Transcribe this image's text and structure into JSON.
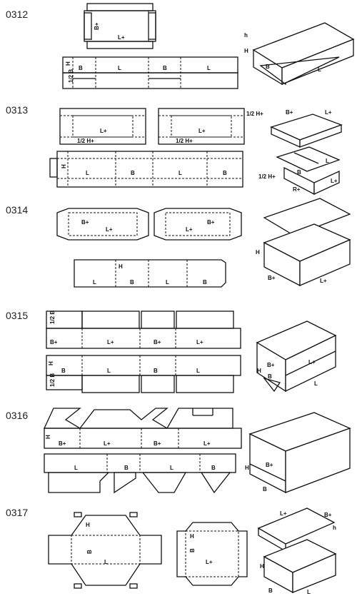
{
  "styles": [
    {
      "code": "0312",
      "labels": [
        "B+",
        "L+",
        "H",
        "1/2 B",
        "B",
        "L",
        "B",
        "L",
        "h",
        "H",
        "B",
        "L"
      ]
    },
    {
      "code": "0313",
      "labels": [
        "L+",
        "1/2 H+",
        "L+",
        "1/2 H+",
        "H",
        "L",
        "B",
        "L",
        "B",
        "1/2 H+",
        "B+",
        "L+",
        "L",
        "B",
        "1/2 H+",
        "L+",
        "R+"
      ]
    },
    {
      "code": "0314",
      "labels": [
        "B+",
        "L+",
        "B+",
        "L+",
        "H",
        "L",
        "B",
        "L",
        "B",
        "H",
        "B+",
        "L+"
      ]
    },
    {
      "code": "0315",
      "labels": [
        "1/2 B",
        "B+",
        "L+",
        "B+",
        "L+",
        "H",
        "B",
        "L",
        "B",
        "L",
        "1/2 B",
        "B+",
        "L+",
        "H",
        "B",
        "L"
      ]
    },
    {
      "code": "0316",
      "labels": [
        "H",
        "B+",
        "L+",
        "B+",
        "L+",
        "L",
        "B",
        "L",
        "B",
        "H",
        "B+",
        "B"
      ]
    },
    {
      "code": "0317",
      "labels": [
        "H",
        "B",
        "L",
        "H",
        "B",
        "L+",
        "L+",
        "B+",
        "h",
        "H",
        "B",
        "L"
      ]
    }
  ]
}
